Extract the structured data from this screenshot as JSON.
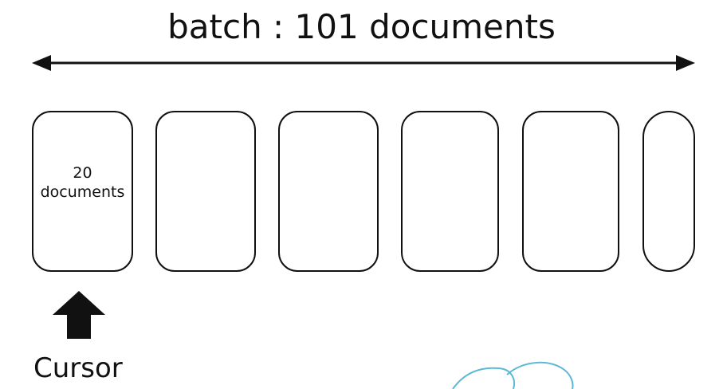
{
  "title": "batch : 101 documents",
  "boxes": [
    {
      "label_line1": "20",
      "label_line2": "documents"
    },
    {
      "label_line1": "",
      "label_line2": ""
    },
    {
      "label_line1": "",
      "label_line2": ""
    },
    {
      "label_line1": "",
      "label_line2": ""
    },
    {
      "label_line1": "",
      "label_line2": ""
    },
    {
      "label_line1": "",
      "label_line2": ""
    }
  ],
  "cursor": {
    "label": "Cursor",
    "icon": "up-arrow-icon"
  },
  "span_arrow_icon": "double-headed-arrow-icon",
  "colors": {
    "stroke": "#111111",
    "background": "#ffffff",
    "scribble": "#5bb8d6"
  }
}
